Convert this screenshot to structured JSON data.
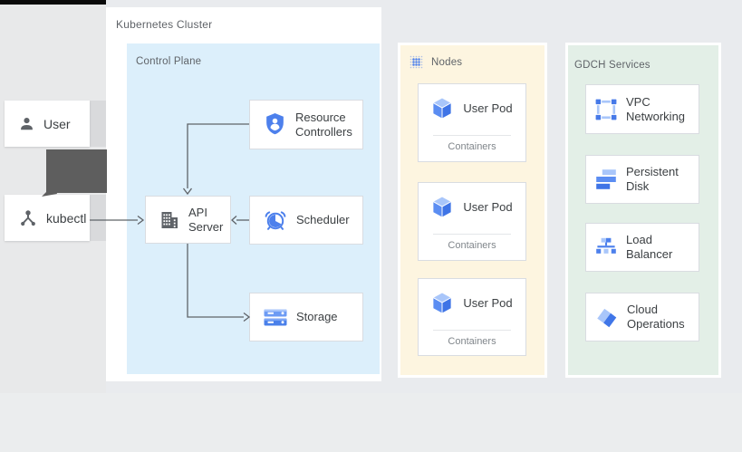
{
  "cluster": {
    "label": "Kubernetes Cluster"
  },
  "actors": {
    "user": {
      "label": "User",
      "icon": "person-icon"
    },
    "kubectl": {
      "label": "kubectl",
      "icon": "kubectl-icon"
    }
  },
  "control_plane": {
    "label": "Control Plane",
    "cards": [
      {
        "label": "Resource Controllers",
        "icon": "shield-user-icon"
      },
      {
        "label": "API Server",
        "icon": "building-icon"
      },
      {
        "label": "Scheduler",
        "icon": "alarm-clock-icon"
      },
      {
        "label": "Storage",
        "icon": "storage-disks-icon"
      }
    ]
  },
  "nodes": {
    "label": "Nodes",
    "icon": "dotted-grid-icon",
    "pods": [
      {
        "label": "User Pod",
        "sublabel": "Containers",
        "icon": "cube-icon"
      },
      {
        "label": "User Pod",
        "sublabel": "Containers",
        "icon": "cube-icon"
      },
      {
        "label": "User Pod",
        "sublabel": "Containers",
        "icon": "cube-icon"
      }
    ]
  },
  "gdch": {
    "label": "GDCH Services",
    "cards": [
      {
        "label": "VPC Networking",
        "icon": "vpc-networking-icon"
      },
      {
        "label": "Persistent Disk",
        "icon": "persistent-disk-icon"
      },
      {
        "label": "Load Balancer",
        "icon": "load-balancer-icon"
      },
      {
        "label": "Cloud Operations",
        "icon": "cloud-operations-icon"
      }
    ]
  },
  "colors": {
    "control_plane_bg": "#dceffb",
    "nodes_bg": "#fdf5e0",
    "gdch_bg": "#e3efe7",
    "icon_blue": "#4d80ec",
    "icon_blue_light": "#a9c6fa",
    "connector_gray": "#5f6368",
    "thick_arrow_gray": "#5e5e5e"
  }
}
